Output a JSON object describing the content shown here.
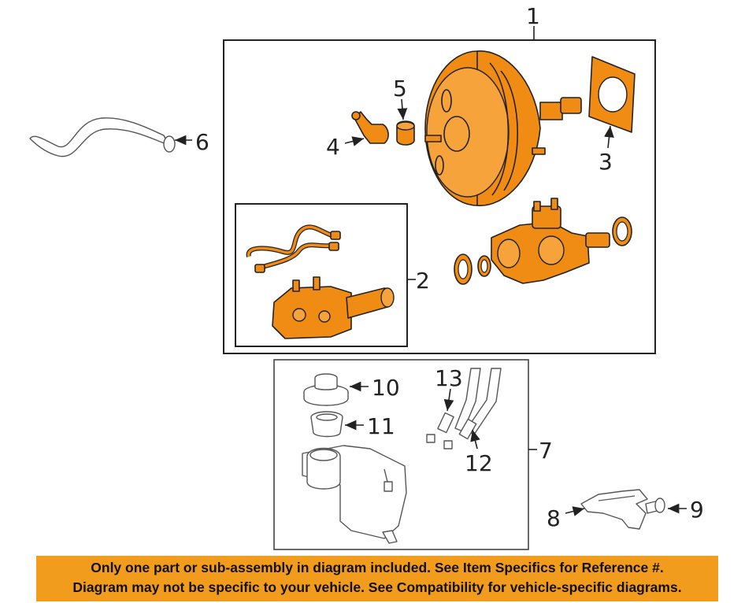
{
  "callouts": {
    "c1": "1",
    "c2": "2",
    "c3": "3",
    "c4": "4",
    "c5": "5",
    "c6": "6",
    "c7": "7",
    "c8": "8",
    "c9": "9",
    "c10": "10",
    "c11": "11",
    "c12": "12",
    "c13": "13"
  },
  "banner": {
    "line1": "Only one part or sub-assembly in diagram included. See Item Specifics for Reference #.",
    "line2": "Diagram may not be specific to your vehicle. See Compatibility for vehicle-specific diagrams."
  },
  "colors": {
    "highlight": "#f08c14",
    "banner_bg": "#f29c1e"
  }
}
